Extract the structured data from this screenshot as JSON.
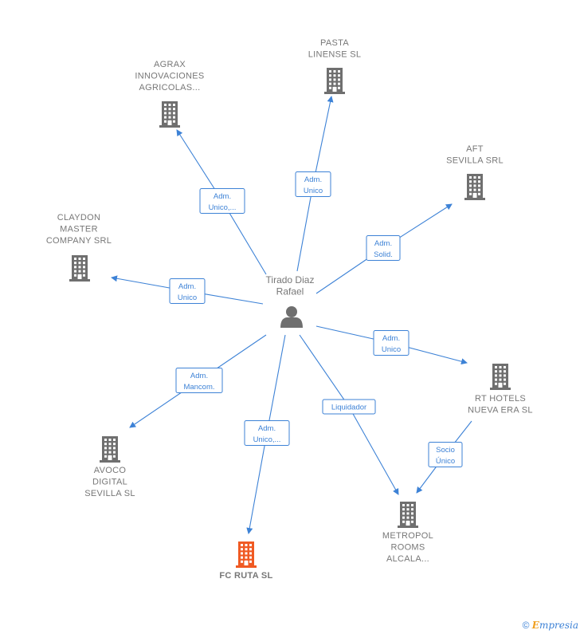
{
  "center": {
    "label_lines": [
      "Tirado Diaz",
      "Rafael"
    ]
  },
  "nodes": [
    {
      "id": "agrax",
      "lines": [
        "AGRAX",
        "INNOVACIONES",
        "AGRICOLAS..."
      ],
      "focus": false
    },
    {
      "id": "pasta",
      "lines": [
        "PASTA",
        "LINENSE SL"
      ],
      "focus": false
    },
    {
      "id": "aft",
      "lines": [
        "AFT",
        "SEVILLA SRL"
      ],
      "focus": false
    },
    {
      "id": "claydon",
      "lines": [
        "CLAYDON",
        "MASTER",
        "COMPANY SRL"
      ],
      "focus": false
    },
    {
      "id": "rthotels",
      "lines": [
        "RT HOTELS",
        "NUEVA ERA SL"
      ],
      "focus": false
    },
    {
      "id": "avoco",
      "lines": [
        "AVOCO",
        "DIGITAL",
        "SEVILLA  SL"
      ],
      "focus": false
    },
    {
      "id": "fcruta",
      "lines": [
        "FC RUTA  SL"
      ],
      "focus": true
    },
    {
      "id": "metropol",
      "lines": [
        "METROPOL",
        "ROOMS",
        "ALCALA..."
      ],
      "focus": false
    }
  ],
  "edges": [
    {
      "from": "center",
      "to": "agrax",
      "role_lines": [
        "Adm.",
        "Unico,..."
      ]
    },
    {
      "from": "center",
      "to": "pasta",
      "role_lines": [
        "Adm.",
        "Unico"
      ]
    },
    {
      "from": "center",
      "to": "aft",
      "role_lines": [
        "Adm.",
        "Solid."
      ]
    },
    {
      "from": "center",
      "to": "claydon",
      "role_lines": [
        "Adm.",
        "Unico"
      ]
    },
    {
      "from": "center",
      "to": "rthotels",
      "role_lines": [
        "Adm.",
        "Unico"
      ]
    },
    {
      "from": "center",
      "to": "avoco",
      "role_lines": [
        "Adm.",
        "Mancom."
      ]
    },
    {
      "from": "center",
      "to": "fcruta",
      "role_lines": [
        "Adm.",
        "Unico,..."
      ]
    },
    {
      "from": "center",
      "to": "metropol",
      "role_lines": [
        "Liquidador"
      ]
    },
    {
      "from": "rthotels",
      "to": "metropol",
      "role_lines": [
        "Socio",
        "Único"
      ]
    }
  ],
  "colors": {
    "edge": "#3d82d6",
    "building": "#6f6f6f",
    "building_focus": "#f05a23",
    "person": "#6f6f6f"
  },
  "icons": {
    "company": "building-icon",
    "person": "person-icon"
  },
  "footer": {
    "copyright": "©",
    "brand_initial": "E",
    "brand_rest": "mpresia"
  }
}
